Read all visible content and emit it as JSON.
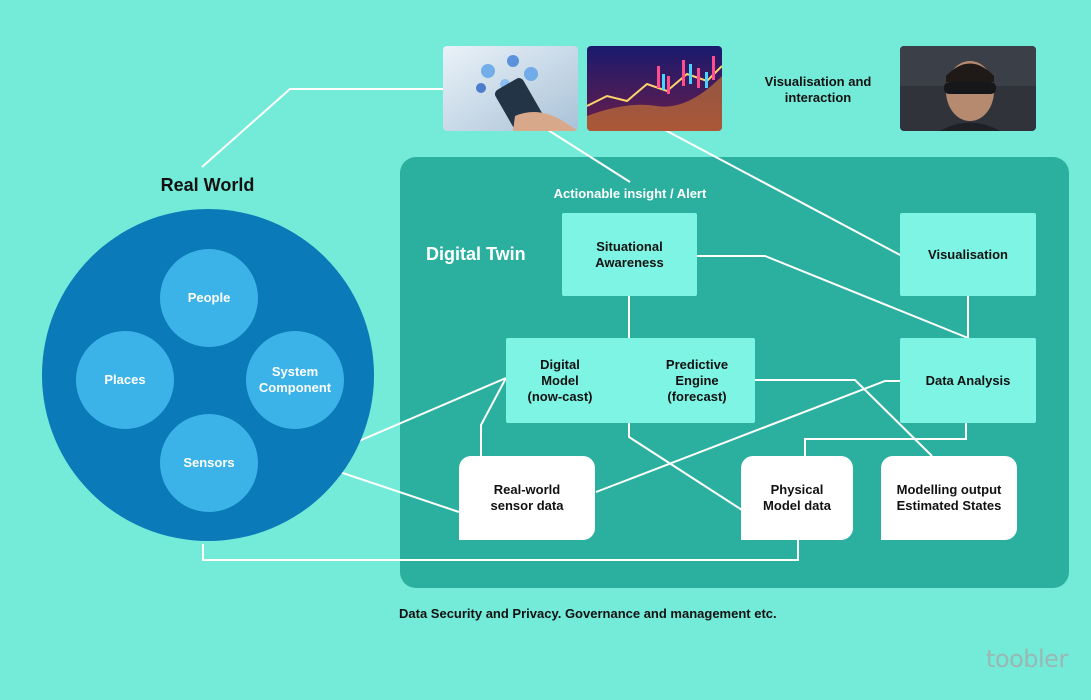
{
  "title": "Real World",
  "real_world": {
    "nodes": [
      "People",
      "Places",
      "System\nComponent",
      "Sensors"
    ]
  },
  "digital_twin": {
    "title": "Digital Twin",
    "alert_label": "Actionable insight / Alert",
    "boxes": {
      "situational_awareness": "Situational\nAwareness",
      "visualisation": "Visualisation",
      "digital_model": "Digital\nModel\n(now-cast)",
      "predictive_engine": "Predictive\nEngine\n(forecast)",
      "data_analysis": "Data Analysis",
      "real_world_sensor_data": "Real-world\nsensor data",
      "physical_model_data": "Physical\nModel data",
      "modelling_output": "Modelling output\nEstimated States"
    }
  },
  "visualisation_label": "Visualisation and\ninteraction",
  "footer": "Data Security and Privacy. Governance and management etc.",
  "brand": "toobler",
  "colors": {
    "background": "#74ebd9",
    "panel": "#2bb09f",
    "teal_box": "#7ef5e4",
    "outer_circle": "#0a7ab8",
    "inner_circle": "#3bb3e8"
  }
}
